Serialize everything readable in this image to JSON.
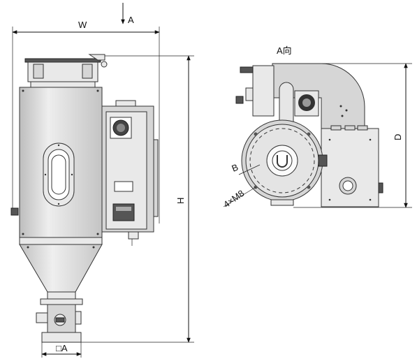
{
  "labels": {
    "width": "W",
    "arrow_a": "A",
    "view_a": "A向",
    "height": "H",
    "depth": "D",
    "diameter_b": "B",
    "bolts": "4×M8",
    "outlet": "□A"
  }
}
